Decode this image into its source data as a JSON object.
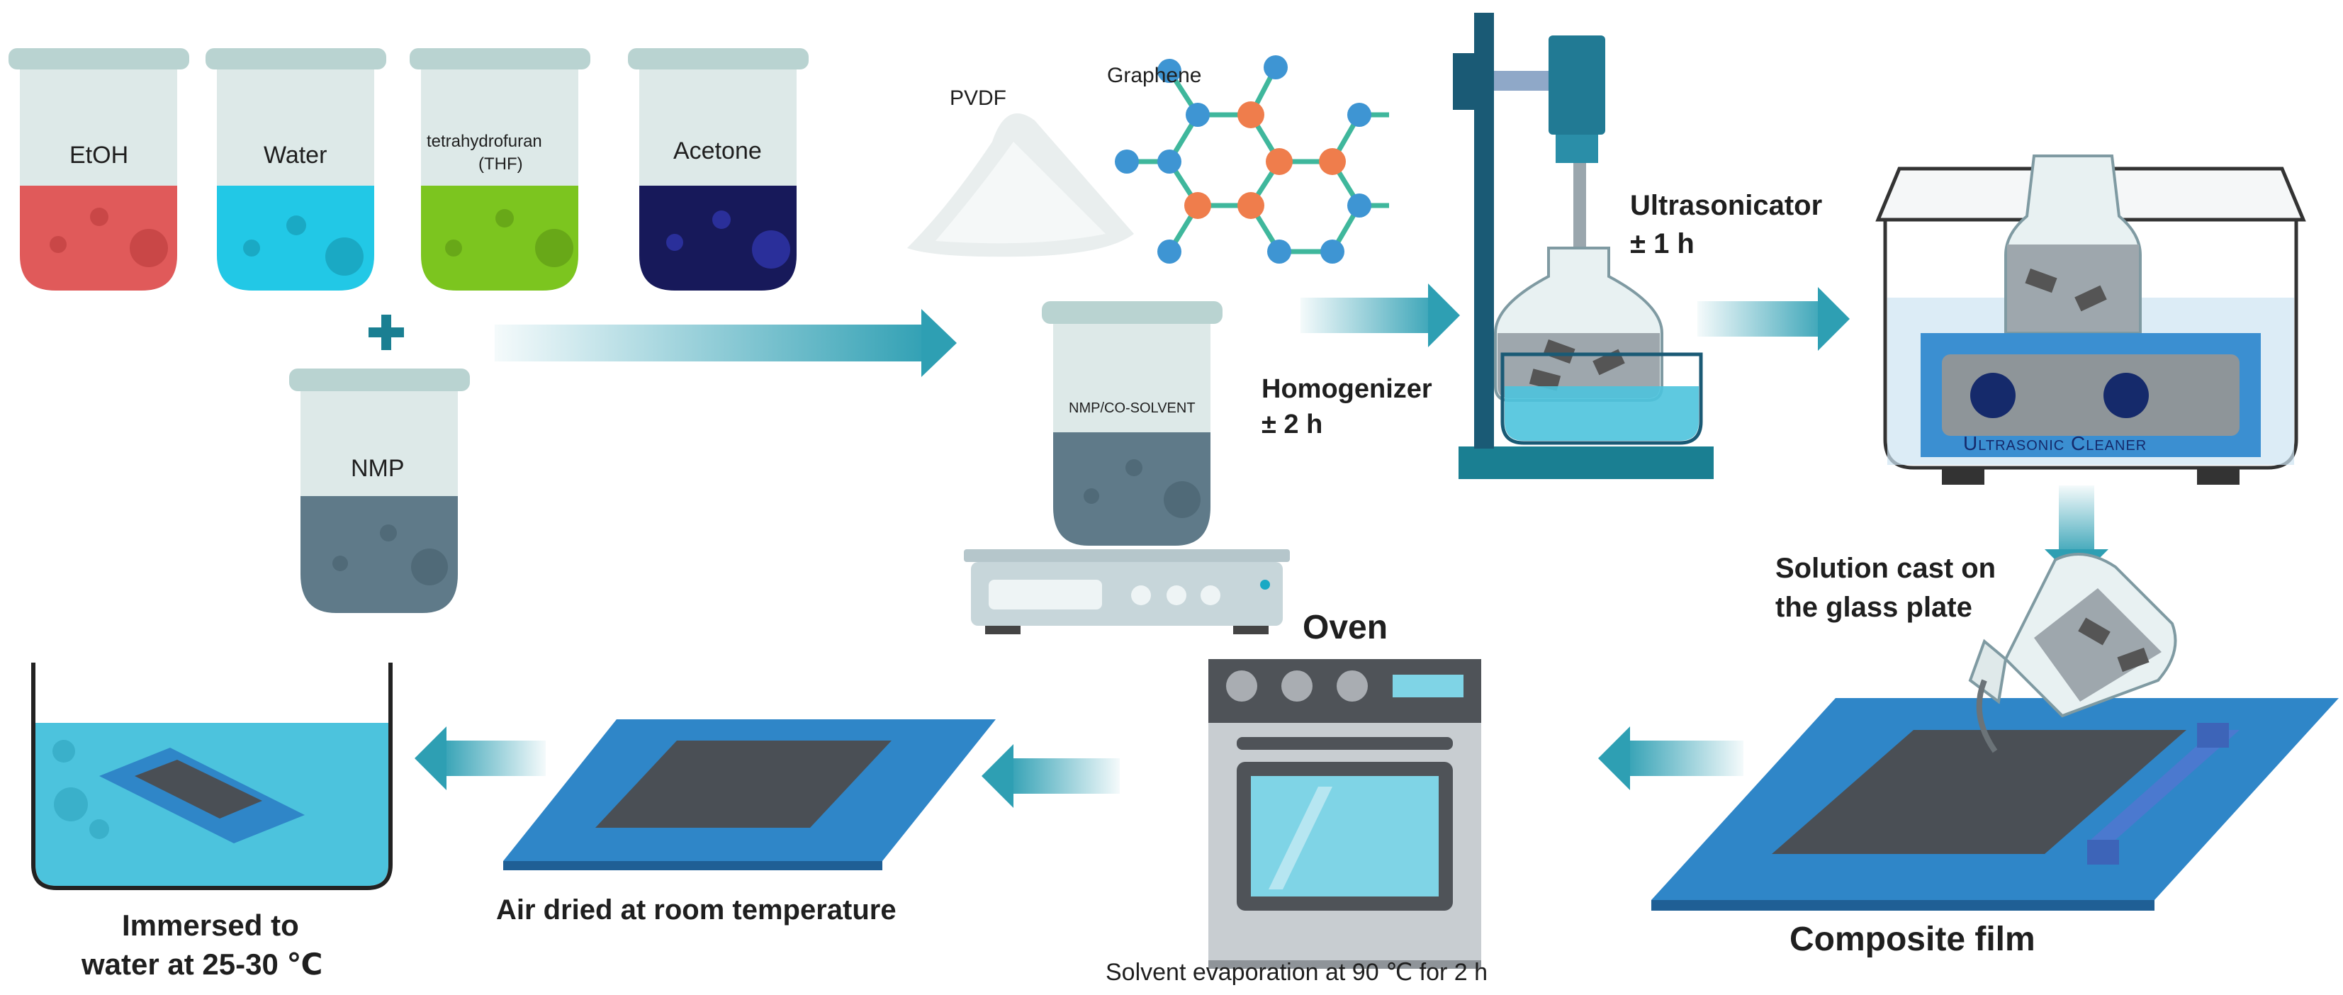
{
  "solvents": [
    {
      "label": "EtOH",
      "color": "#e05a5a"
    },
    {
      "label": "Water",
      "color": "#22c8e6"
    },
    {
      "label_line1": "tetrahydrofuran",
      "label_line2": "(THF)",
      "color": "#7cc51f"
    },
    {
      "label": "Acetone",
      "color": "#17195a"
    }
  ],
  "plus": "+",
  "nmp_label": "NMP",
  "pvdf_label": "PVDF",
  "graphene_label": "Graphene",
  "mix_label": "NMP/CO-SOLVENT",
  "homogenizer_line1": "Homogenizer",
  "homogenizer_line2": "± 2 h",
  "ultrasonicator_line1": "Ultrasonicator",
  "ultrasonicator_line2": "± 1 h",
  "cleaner_label": "Ultrasonic Cleaner",
  "cast_line1": "Solution cast on",
  "cast_line2": "the glass plate",
  "composite_label": "Composite film",
  "oven_title": "Oven",
  "oven_caption": "Solvent evaporation at 90 ℃ for 2 h",
  "air_dried_label": "Air dried at room temperature",
  "immersed_line1": "Immersed to",
  "immersed_line2": "water at 25-30 ℃",
  "colors": {
    "teal": "#2e9fb3",
    "dark_teal": "#1a7f92",
    "glass": "#cfe3e2",
    "plate_blue": "#2f86c8",
    "film": "#4a4f55",
    "water": "#4cc3dd"
  }
}
